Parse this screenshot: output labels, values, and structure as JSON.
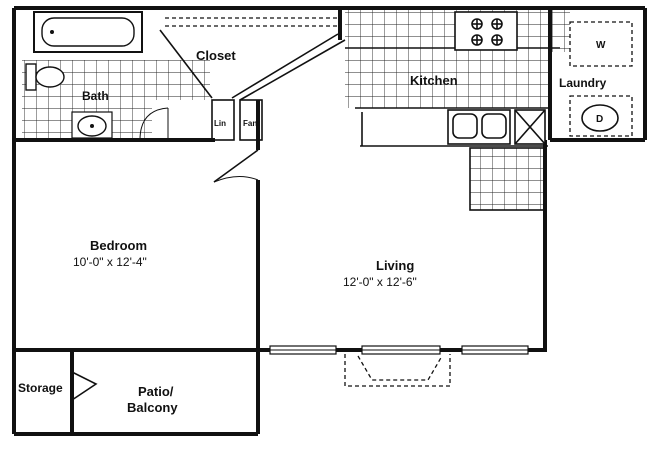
{
  "rooms": {
    "closet": {
      "name": "Closet"
    },
    "bath": {
      "name": "Bath"
    },
    "kitchen": {
      "name": "Kitchen"
    },
    "laundry": {
      "name": "Laundry",
      "washer_mark": "W",
      "dryer_mark": "D"
    },
    "linen": {
      "name": "Lin"
    },
    "fan": {
      "name": "Fan"
    },
    "bedroom": {
      "name": "Bedroom",
      "dims": "10'-0\" x 12'-4\""
    },
    "living": {
      "name": "Living",
      "dims": "12'-0\" x 12'-6\""
    },
    "storage": {
      "name": "Storage"
    },
    "patio": {
      "name_line1": "Patio/",
      "name_line2": "Balcony"
    }
  }
}
